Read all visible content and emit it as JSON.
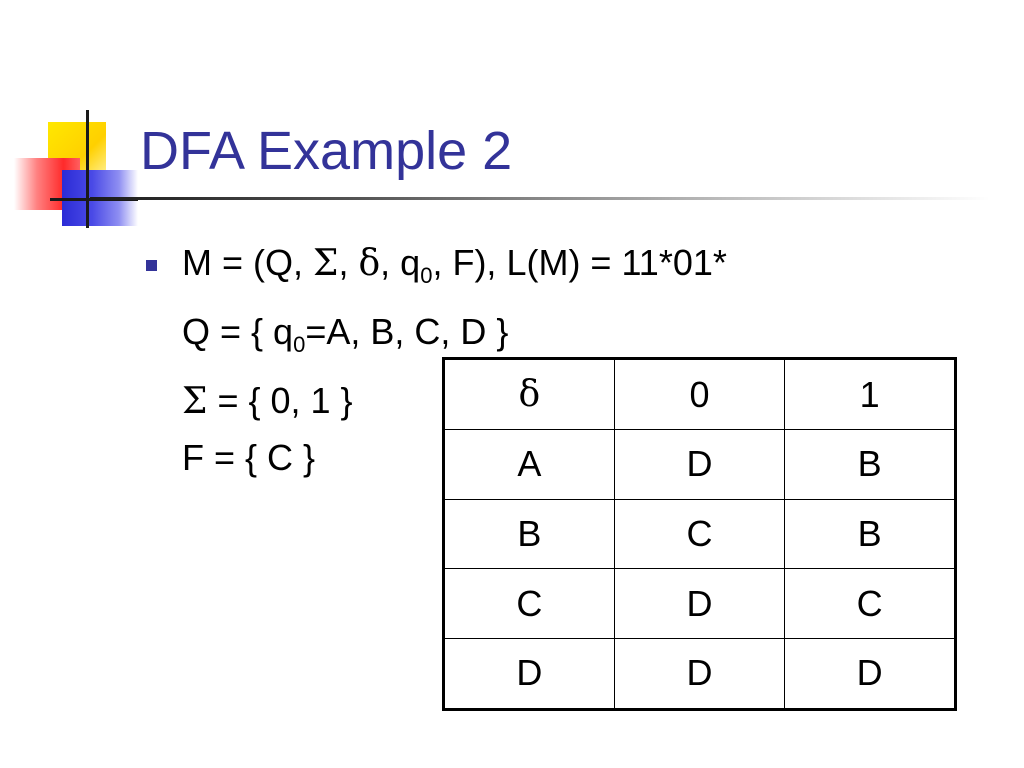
{
  "slide": {
    "title": "DFA Example 2",
    "line1": {
      "part_a": "M = (Q, ",
      "sigma": "Σ",
      "part_b": ", ",
      "delta": "δ",
      "part_c": ", q",
      "sub": "0",
      "part_d": ", F), L(M) = 11*01*"
    },
    "line2": {
      "part_a": "Q = { q",
      "sub": "0",
      "part_b": "=A, B, C, D }"
    },
    "line3": {
      "sigma": "Σ",
      "part_a": " = { 0, 1 }"
    },
    "line4": "F = { C }"
  },
  "table": {
    "headers": [
      "δ",
      "0",
      "1"
    ],
    "rows": [
      [
        "A",
        "D",
        "B"
      ],
      [
        "B",
        "C",
        "B"
      ],
      [
        "C",
        "D",
        "C"
      ],
      [
        "D",
        "D",
        "D"
      ]
    ]
  },
  "colors": {
    "title": "#333399",
    "bullet": "#333399"
  }
}
